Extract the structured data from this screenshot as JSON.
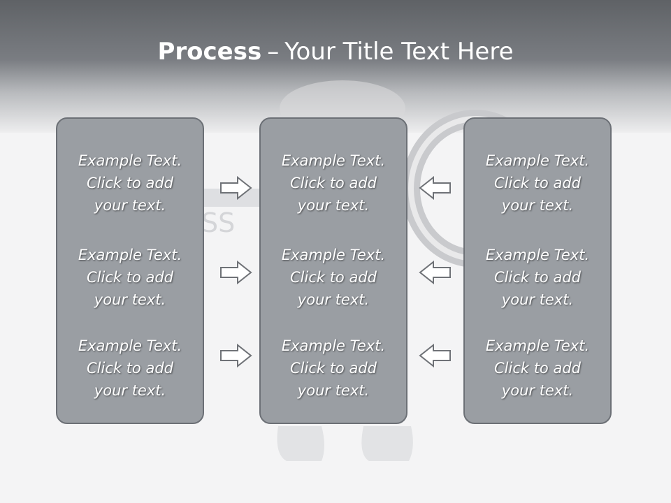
{
  "title": {
    "bold": "Process",
    "separator": "–",
    "rest": "Your Title Text Here"
  },
  "panels": {
    "left": {
      "blocks": [
        {
          "line1": "Example Text.",
          "line2": "Click  to add",
          "line3": "your text."
        },
        {
          "line1": "Example Text.",
          "line2": "Click  to add",
          "line3": "your text."
        },
        {
          "line1": "Example Text.",
          "line2": "Click  to add",
          "line3": "your text."
        }
      ]
    },
    "center": {
      "blocks": [
        {
          "line1": "Example Text.",
          "line2": "Click  to add",
          "line3": "your text."
        },
        {
          "line1": "Example Text.",
          "line2": "Click  to add",
          "line3": "your text."
        },
        {
          "line1": "Example Text.",
          "line2": "Click  to add",
          "line3": "your text."
        }
      ]
    },
    "right": {
      "blocks": [
        {
          "line1": "Example Text.",
          "line2": "Click  to add",
          "line3": "your text."
        },
        {
          "line1": "Example Text.",
          "line2": "Click  to add",
          "line3": "your text."
        },
        {
          "line1": "Example Text.",
          "line2": "Click  to add",
          "line3": "your text."
        }
      ]
    }
  },
  "arrows": {
    "left_side": [
      "right-arrow-icon",
      "right-arrow-icon",
      "right-arrow-icon"
    ],
    "right_side": [
      "left-arrow-icon",
      "left-arrow-icon",
      "left-arrow-icon"
    ]
  },
  "colors": {
    "header": "#6b6e72",
    "panel_fill": "#9a9ea3",
    "panel_border": "#6c7076",
    "text": "#ffffff",
    "background": "#f4f4f5"
  }
}
